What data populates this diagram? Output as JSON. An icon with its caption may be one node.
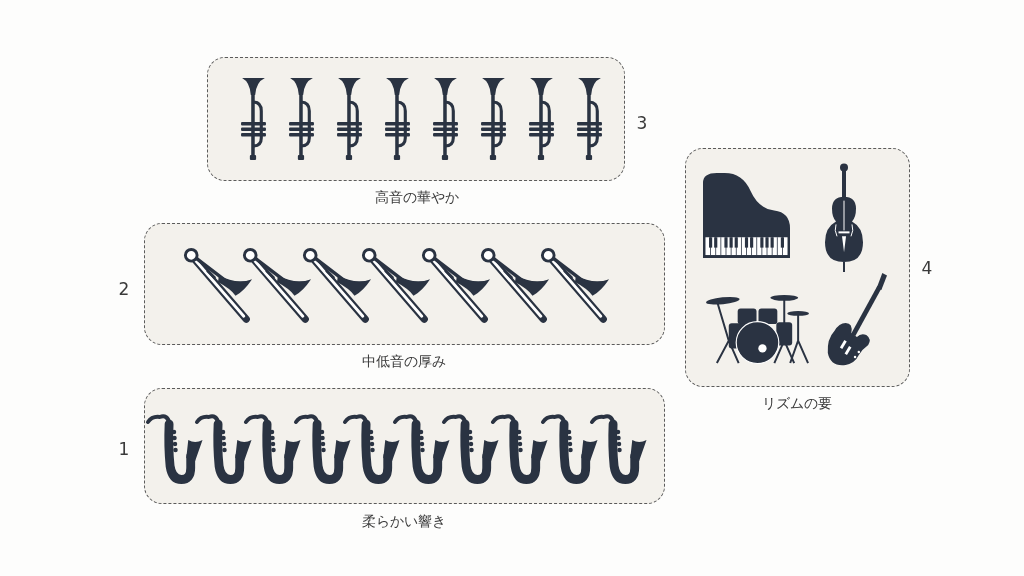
{
  "diagram": {
    "nodes": [
      {
        "text": [
          "高音の華やか"
        ],
        "beside": [
          "3"
        ]
      },
      {
        "text": [
          "リズムの要"
        ],
        "beside": [
          "4"
        ]
      },
      {
        "text": [
          "中低音の厚み"
        ],
        "beside": [
          "2"
        ]
      },
      {
        "text": [
          "柔らかい響き"
        ],
        "beside": [
          "1"
        ]
      }
    ]
  }
}
